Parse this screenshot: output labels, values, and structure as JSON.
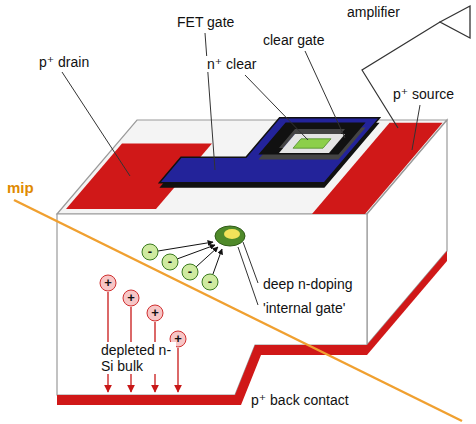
{
  "diagram": {
    "labels": [
      "p⁺ drain",
      "FET gate",
      "clear gate",
      "n⁺ clear",
      "amplifier",
      "p⁺ source",
      "mip",
      "-",
      "-",
      "-",
      "-",
      "deep n-doping",
      "'internal gate'",
      "+",
      "+",
      "+",
      "+",
      "depleted n-Si bulk",
      "p⁺ back contact"
    ]
  }
}
